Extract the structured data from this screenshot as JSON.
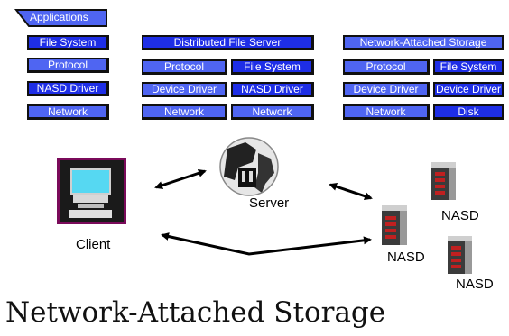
{
  "client_stack": {
    "applications": "Applications",
    "file_system": "File System",
    "protocol": "Protocol",
    "nasd_driver": "NASD Driver",
    "network": "Network"
  },
  "dfs_stack": {
    "header": "Distributed File Server",
    "protocol": "Protocol",
    "file_system": "File System",
    "device_driver": "Device Driver",
    "nasd_driver": "NASD Driver",
    "network_left": "Network",
    "network_right": "Network"
  },
  "nas_stack": {
    "header": "Network-Attached Storage",
    "protocol": "Protocol",
    "file_system": "File System",
    "device_driver_left": "Device Driver",
    "device_driver_right": "Device Driver",
    "network": "Network",
    "disk": "Disk"
  },
  "nodes": {
    "client": "Client",
    "server": "Server",
    "nasd_1": "NASD",
    "nasd_2": "NASD",
    "nasd_3": "NASD"
  },
  "title": "Network-Attached Storage",
  "icons": {
    "client": "computer-terminal-icon",
    "server": "server-globe-icon",
    "nasd": "disk-stack-icon"
  },
  "colors": {
    "box_light": "#4f65f2",
    "box_dark": "#1e2ee6",
    "box_border": "#101010",
    "terminal_frame": "#7a0a5a",
    "terminal_screen": "#56d8f2",
    "disk_red": "#c02020"
  }
}
